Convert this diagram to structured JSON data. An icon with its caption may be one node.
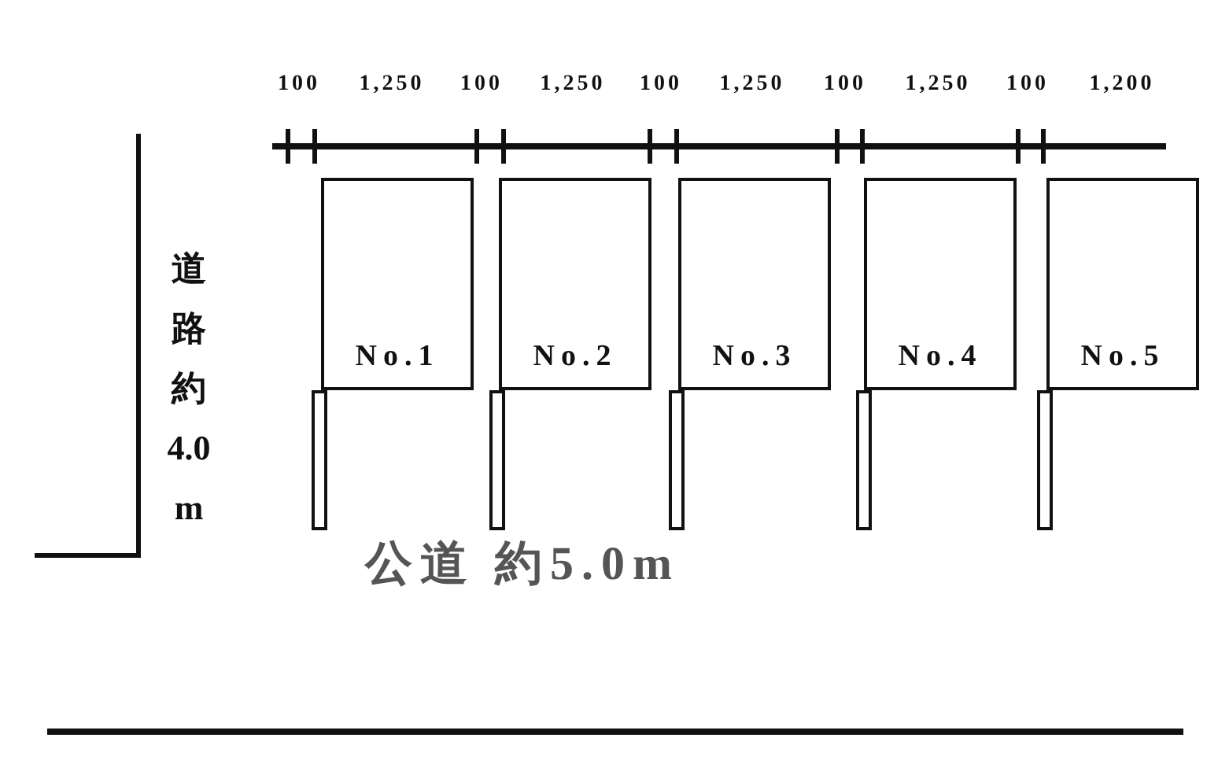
{
  "diagram": {
    "nodes": [
      {
        "text": [
          "No.1"
        ]
      },
      {
        "text": [
          "No.2"
        ]
      },
      {
        "text": [
          "No.3"
        ]
      },
      {
        "text": [
          "No.4"
        ]
      },
      {
        "text": [
          "No.5"
        ]
      }
    ],
    "labels": [
      "100",
      "1,250",
      "100",
      "1,250",
      "100",
      "1,250",
      "100",
      "1,250",
      "100",
      "1,200",
      "道路約4.0m",
      "公道 約5.0m"
    ]
  }
}
